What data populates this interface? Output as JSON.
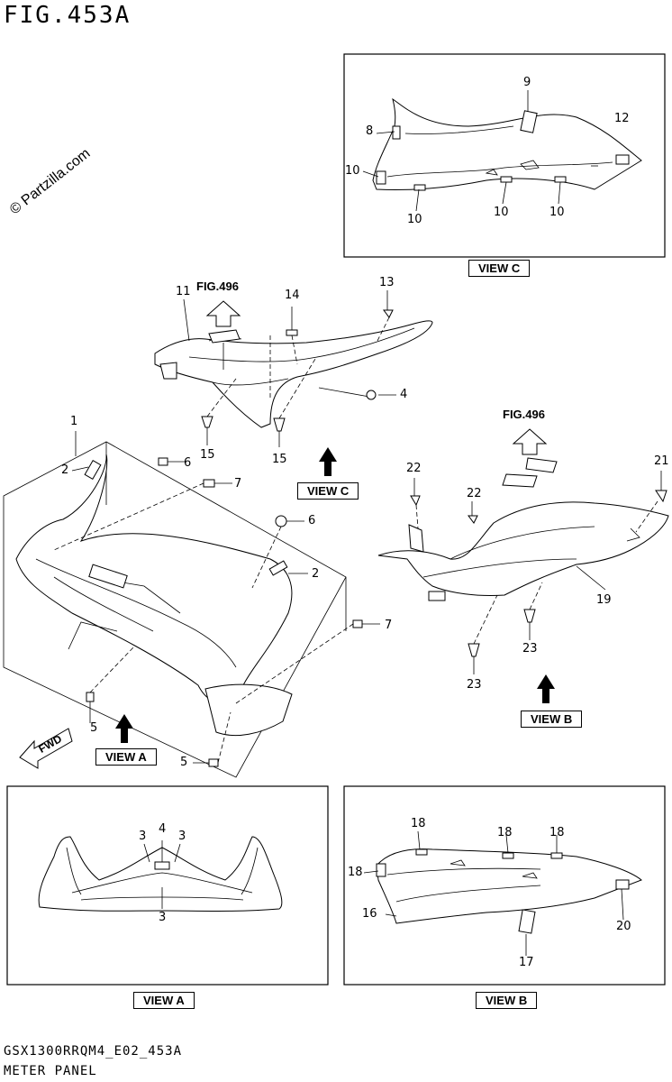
{
  "header": {
    "title": "FIG.453A"
  },
  "watermark": "© Partzilla.com",
  "footer": {
    "code": "GSX1300RRQM4_E02_453A",
    "name": "METER PANEL"
  },
  "fig_refs": {
    "upper": "FIG.496",
    "right": "FIG.496"
  },
  "views": {
    "view_c_box": "VIEW C",
    "view_c_arrow": "VIEW C",
    "view_a_arrow": "VIEW A",
    "view_b_arrow": "VIEW B",
    "view_a_box": "VIEW A",
    "view_b_box": "VIEW B"
  },
  "fwd_label": "FWD",
  "callouts": {
    "c9": "9",
    "c8": "8",
    "c12": "12",
    "c10a": "10",
    "c10b": "10",
    "c10c": "10",
    "c10d": "10",
    "c11": "11",
    "c14": "14",
    "c13": "13",
    "c4": "4",
    "c15a": "15",
    "c15b": "15",
    "c1": "1",
    "c2a": "2",
    "c6a": "6",
    "c7a": "7",
    "c6b": "6",
    "c2b": "2",
    "c7b": "7",
    "c5a": "5",
    "c5b": "5",
    "c22a": "22",
    "c22b": "22",
    "c21": "21",
    "c19": "19",
    "c23a": "23",
    "c23b": "23",
    "c3a": "3",
    "c4b": "4",
    "c3b": "3",
    "c3c": "3",
    "c18a": "18",
    "c18b": "18",
    "c18c": "18",
    "c18d": "18",
    "c16": "16",
    "c17": "17",
    "c20": "20"
  },
  "colors": {
    "ink": "#000000",
    "paper": "#ffffff"
  }
}
